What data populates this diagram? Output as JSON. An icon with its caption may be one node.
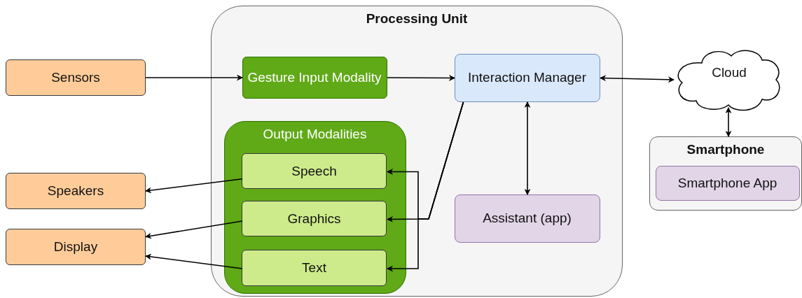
{
  "diagram": {
    "nodes": [
      {
        "text": [
          "Processing Unit"
        ]
      },
      {
        "text": [
          "Gesture Input Modality"
        ],
        "in": 0
      },
      {
        "text": [
          "Interaction Manager"
        ],
        "in": 0
      },
      {
        "text": [
          "Output Modalities"
        ],
        "in": 0
      },
      {
        "text": [
          "Speech"
        ],
        "in": 3
      },
      {
        "text": [
          "Graphics"
        ],
        "in": 3
      },
      {
        "text": [
          "Text"
        ],
        "in": 3
      },
      {
        "text": [
          "Assistant (app)"
        ],
        "in": 0
      },
      {
        "text": [
          "Sensors"
        ]
      },
      {
        "text": [
          "Speakers"
        ]
      },
      {
        "text": [
          "Display"
        ]
      },
      {
        "text": [
          "Cloud"
        ]
      },
      {
        "text": [
          "Smartphone"
        ]
      },
      {
        "text": [
          "Smartphone App"
        ],
        "in": 12
      }
    ],
    "edges": [
      {
        "from": 8,
        "to": 1,
        "arrow": "to"
      },
      {
        "from": 1,
        "to": 2,
        "arrow": "to"
      },
      {
        "from": 2,
        "to": 11,
        "arrow": "both"
      },
      {
        "from": 11,
        "to": 12,
        "arrow": "both"
      },
      {
        "from": 2,
        "to": 7,
        "arrow": "both"
      },
      {
        "from": 2,
        "to": 4,
        "arrow": "to"
      },
      {
        "from": 2,
        "to": 5,
        "arrow": "to"
      },
      {
        "from": 2,
        "to": 6,
        "arrow": "to"
      },
      {
        "from": 4,
        "to": 9,
        "arrow": "to"
      },
      {
        "from": 5,
        "to": 10,
        "arrow": "to"
      },
      {
        "from": 6,
        "to": 10,
        "arrow": "to"
      }
    ]
  }
}
